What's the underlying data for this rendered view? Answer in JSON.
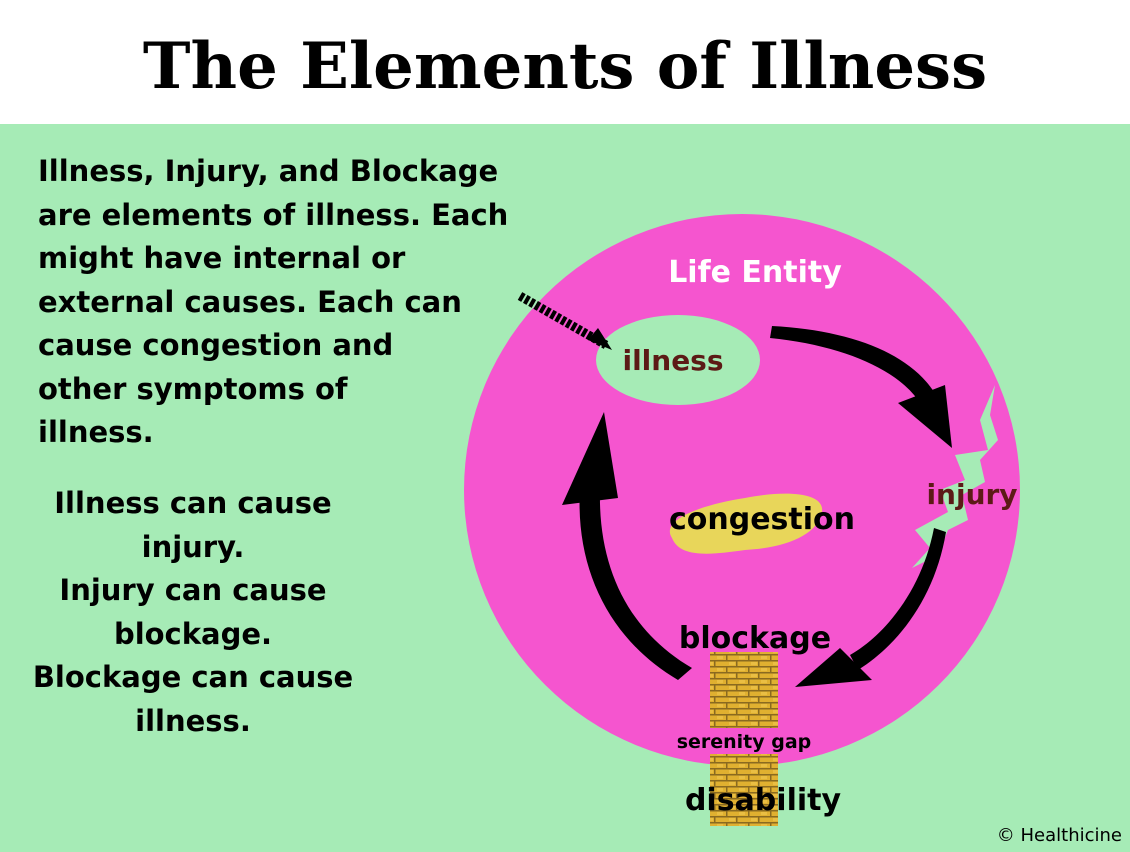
{
  "title": "The Elements of Illness",
  "intro_text": "Illness, Injury, and Blockage\nare elements of illness. Each\nmight have  internal or\nexternal causes. Each can\ncause congestion and\nother symptoms of\nillness.",
  "cycle_text": "Illness can cause\ninjury.\nInjury can cause\nblockage.\nBlockage can cause\nillness.",
  "diagram": {
    "entity_label": "Life  Entity",
    "illness_label": "illness",
    "injury_label": "injury",
    "congestion_label": "congestion",
    "blockage_label": "blockage",
    "serenity_label": "serenity gap",
    "disability_label": "disability"
  },
  "credit": "© Healthicine",
  "colors": {
    "background": "#a6ebb6",
    "entity": "#f555cf",
    "illness_fill": "#a6ebb6",
    "illness_text": "#5c1a16",
    "congestion_blob": "#e8d65a",
    "brick": "#e0b030",
    "arrow": "#000000"
  }
}
